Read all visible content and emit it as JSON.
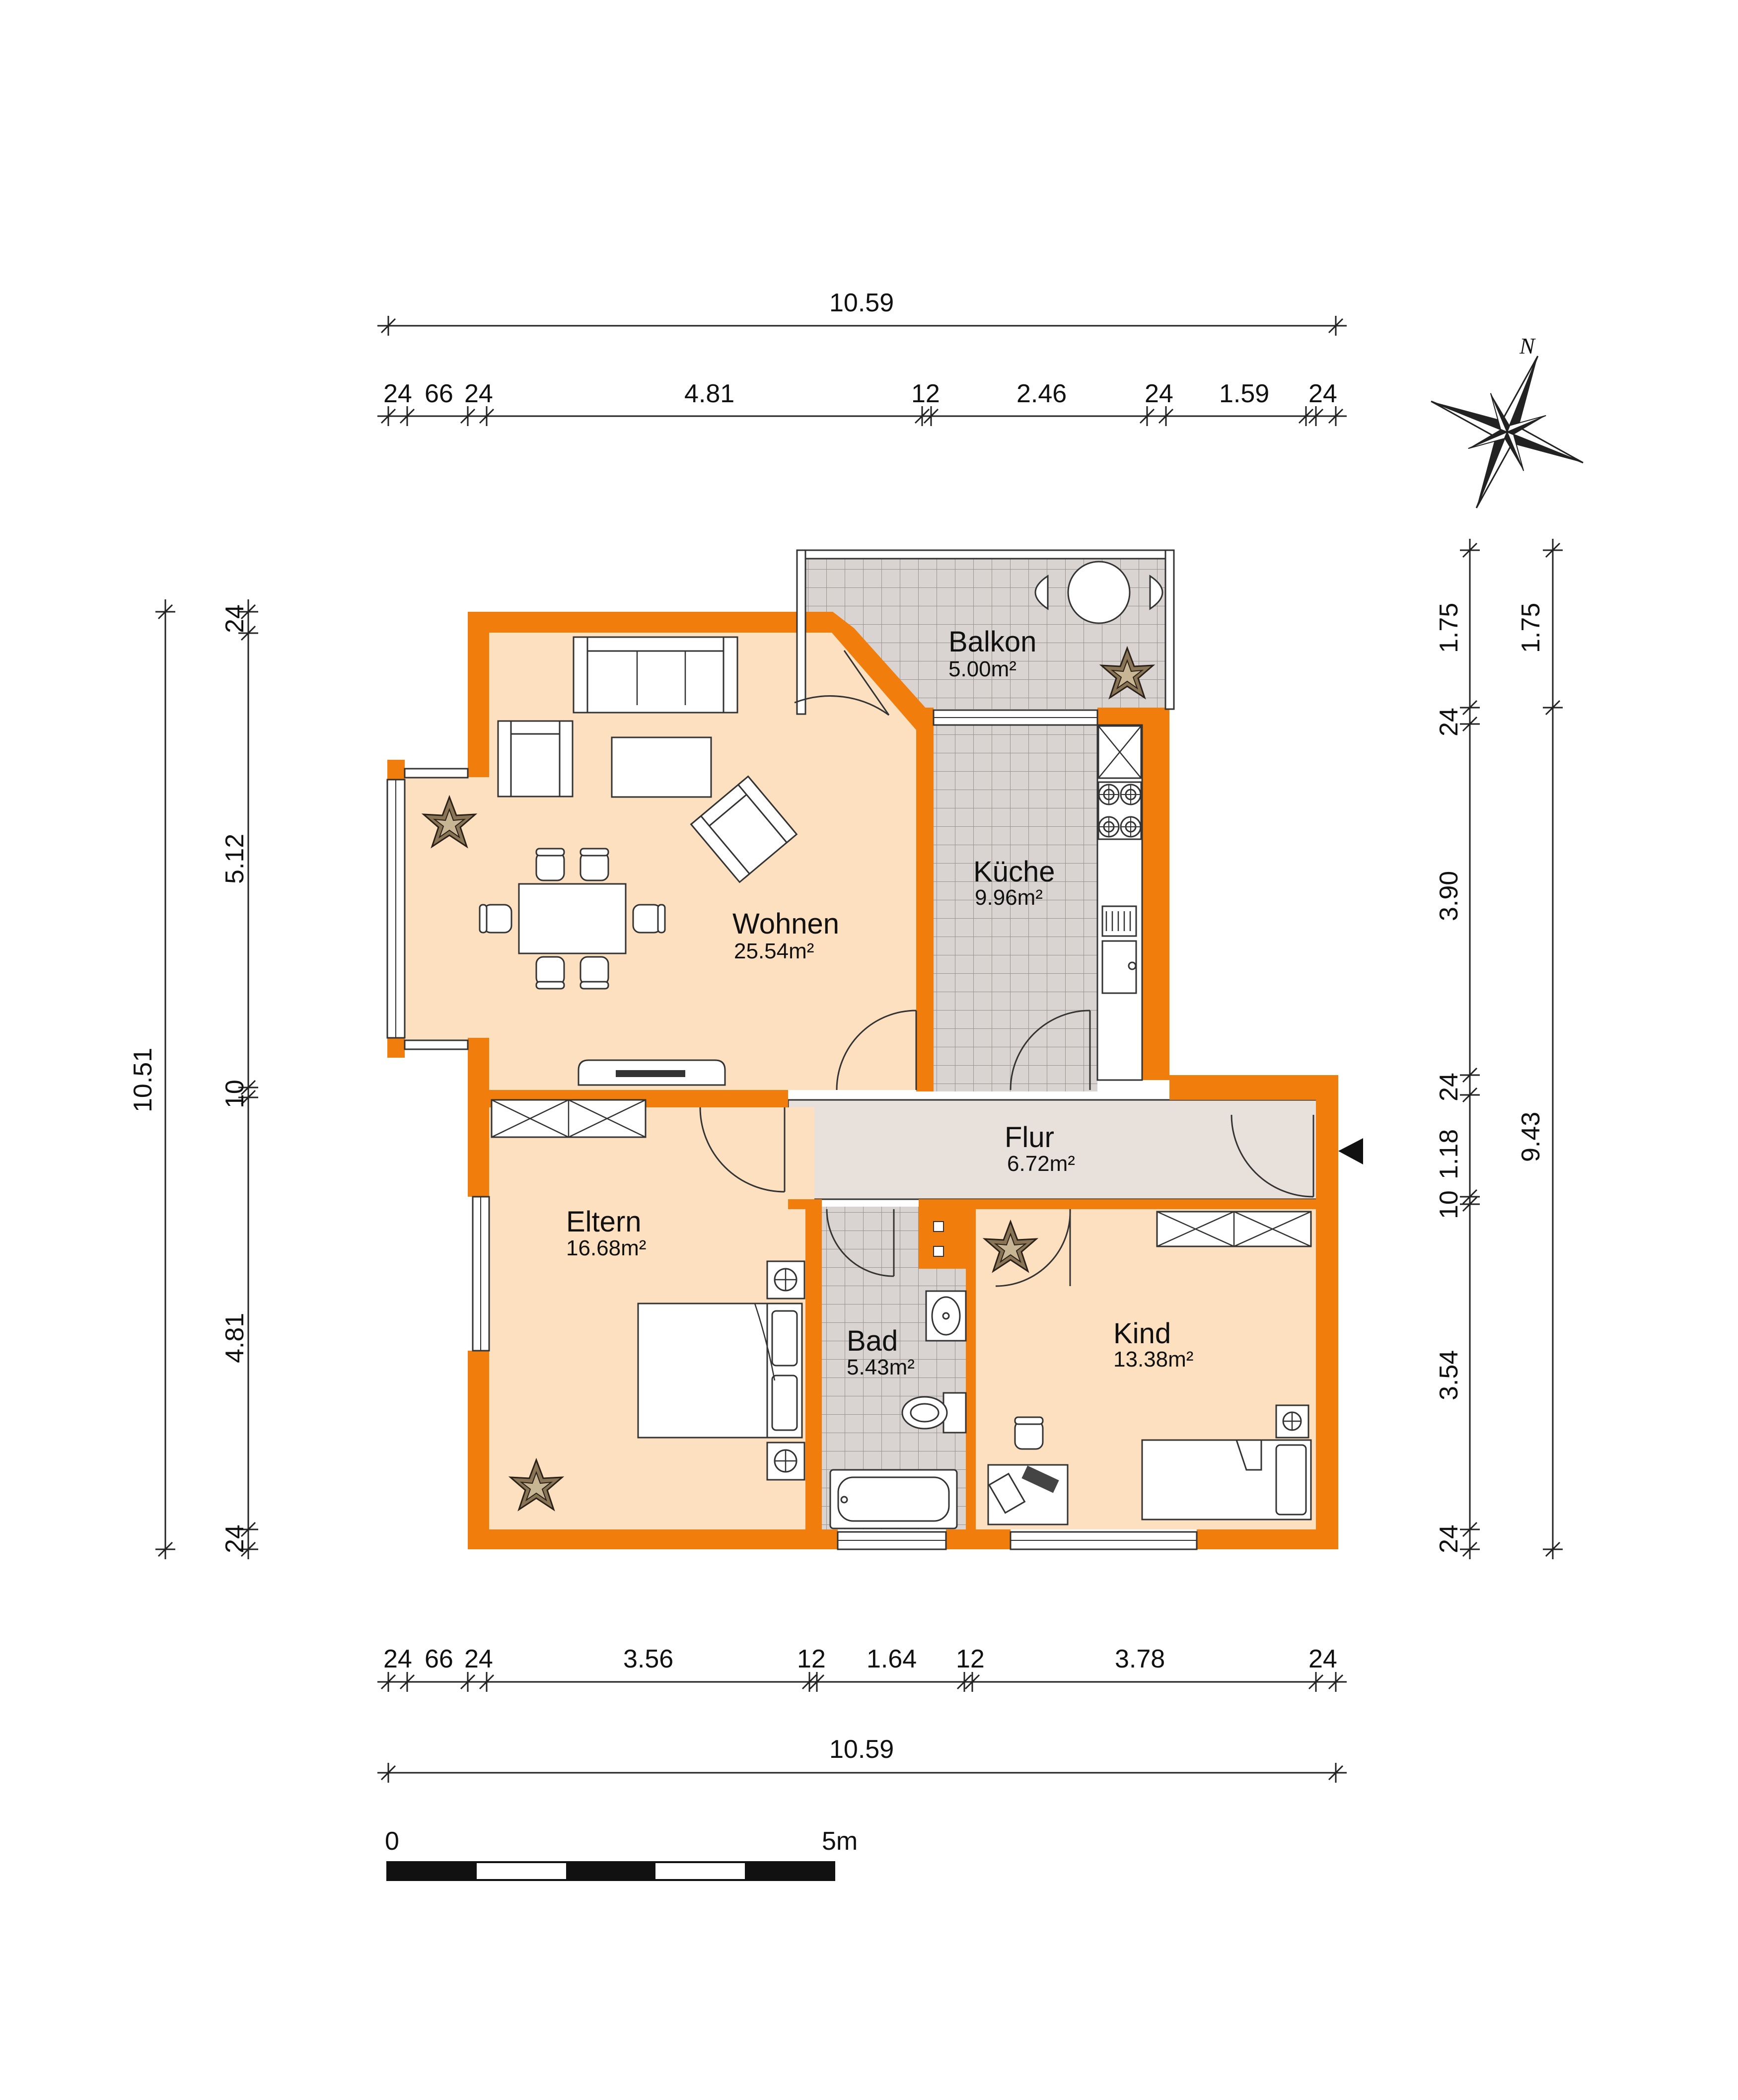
{
  "dimensions": {
    "top_overall": "10.59",
    "top_segments": [
      "24",
      "66",
      "24",
      "4.81",
      "12",
      "2.46",
      "24",
      "1.59",
      "24"
    ],
    "bottom_segments": [
      "24",
      "66",
      "24",
      "3.56",
      "12",
      "1.64",
      "12",
      "3.78",
      "24"
    ],
    "bottom_overall": "10.59",
    "left_overall": "10.51",
    "left_segments": [
      "24",
      "5.12",
      "10",
      "4.81",
      "24"
    ],
    "right_inner_segments": [
      "1.75",
      "24",
      "3.90",
      "24",
      "1.18",
      "10",
      "3.54",
      "24"
    ],
    "right_outer_segments": [
      "1.75",
      "9.43"
    ]
  },
  "rooms": {
    "balkon": {
      "name": "Balkon",
      "area": "5.00m²"
    },
    "wohnen": {
      "name": "Wohnen",
      "area": "25.54m²"
    },
    "kueche": {
      "name": "Küche",
      "area": "9.96m²"
    },
    "flur": {
      "name": "Flur",
      "area": "6.72m²"
    },
    "eltern": {
      "name": "Eltern",
      "area": "16.68m²"
    },
    "bad": {
      "name": "Bad",
      "area": "5.43m²"
    },
    "kind": {
      "name": "Kind",
      "area": "13.38m²"
    }
  },
  "compass": {
    "north_label": "N"
  },
  "scale_bar": {
    "start_label": "0",
    "end_label": "5m"
  },
  "colors": {
    "wall": "#f07d0c",
    "living_floor": "#fde0c0",
    "tile_floor": "#d9d4d1",
    "hall_floor": "#e8e0da"
  }
}
